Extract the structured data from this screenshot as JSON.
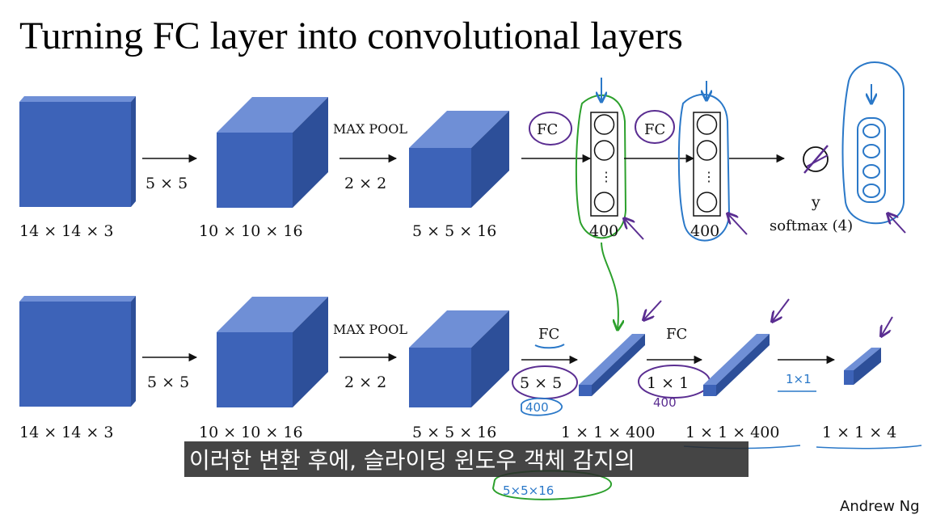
{
  "title": "Turning FC layer into convolutional layers",
  "top_row": {
    "input_dim": "14 × 14 × 3",
    "filter_1": "5 × 5",
    "conv1_dim": "10 × 10 × 16",
    "pool_label": "MAX POOL",
    "pool_size": "2 × 2",
    "pool_dim": "5 × 5 × 16",
    "fc_label_1": "FC",
    "fc_label_2": "FC",
    "fc1_units": "400",
    "fc2_units": "400",
    "vdots": "⋮",
    "output_label": "y",
    "softmax_label": "softmax (4)"
  },
  "bottom_row": {
    "input_dim": "14 × 14 × 3",
    "filter_1": "5 × 5",
    "conv1_dim": "10 × 10 × 16",
    "pool_label": "MAX POOL",
    "pool_size": "2 × 2",
    "pool_dim": "5 × 5 × 16",
    "fc_label_1": "FC",
    "fc_filter_1": "5 × 5",
    "fc_label_2": "FC",
    "fc_filter_2": "1 × 1",
    "fc1_dim": "1 × 1 × 400",
    "fc2_dim": "1 × 1 × 400",
    "filter_3": "1×1",
    "output_dim": "1 × 1 × 4"
  },
  "annotations": {
    "hw_400_a": "400",
    "hw_400_b": "400",
    "hw_5x5x16": "5×5×16"
  },
  "subtitle": "이러한 변환 후에, 슬라이딩 윈도우 객체 감지의",
  "credit": "Andrew Ng",
  "colors": {
    "block_front": "#3d63b8",
    "block_top": "#6f8fd6",
    "block_side": "#2d4f99",
    "green_ink": "#2ca02c",
    "purple_ink": "#5a2d91",
    "blue_ink": "#2a78c8"
  }
}
